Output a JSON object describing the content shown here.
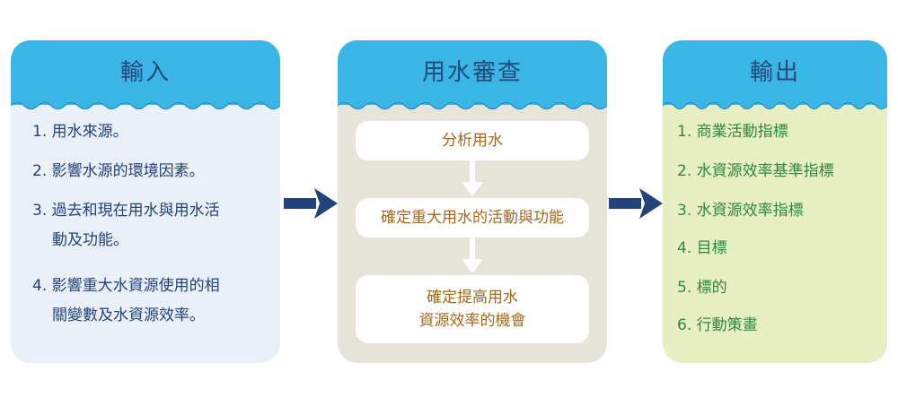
{
  "input_panel": {
    "title": "輸入",
    "items": [
      {
        "line1": "1. 用水來源。",
        "line2": ""
      },
      {
        "line1": "2. 影響水源的環境因素。",
        "line2": ""
      },
      {
        "line1": "3. 過去和現在用水與用水活",
        "line2": "動及功能。"
      },
      {
        "line1": "4. 影響重大水資源使用的相",
        "line2": "關變數及水資源效率。"
      }
    ]
  },
  "review_panel": {
    "title": "用水審查",
    "steps": [
      {
        "line1": "分析用水",
        "line2": ""
      },
      {
        "line1": "確定重大用水的活動與功能",
        "line2": ""
      },
      {
        "line1": "確定提高用水",
        "line2": "資源效率的機會"
      }
    ]
  },
  "output_panel": {
    "title": "輸出",
    "items": [
      "1. 商業活動指標",
      "2. 水資源效率基準指標",
      "3. 水資源效率指標",
      "4. 目標",
      "5. 標的",
      "6. 行動策畫"
    ]
  },
  "colors": {
    "header_blue": "#3ab6e6",
    "title_text": "#234a78",
    "input_bg": "#e9f0f8",
    "review_bg": "#e6e4d8",
    "output_bg": "#e6eec2",
    "input_text": "#23427a",
    "review_text": "#a2681c",
    "output_text": "#2e8a3a",
    "arrow_navy": "#22447a"
  }
}
